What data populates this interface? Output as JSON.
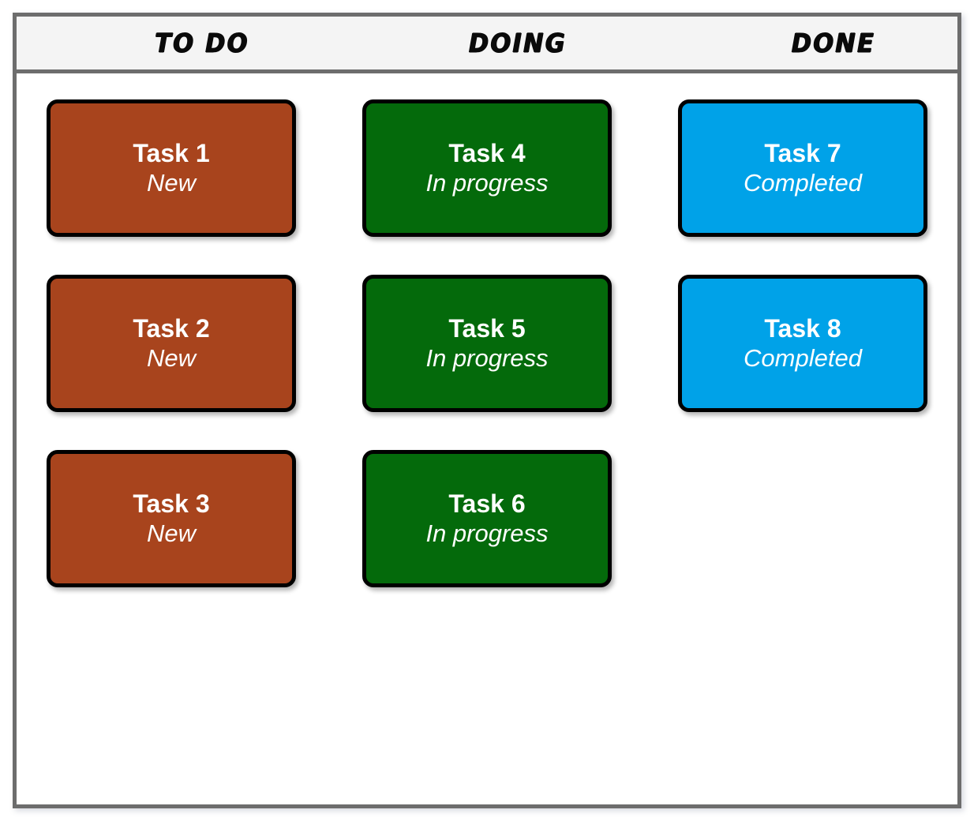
{
  "board": {
    "border_color": "#6d6d6d",
    "header_background": "#f4f4f4",
    "body_background": "#ffffff"
  },
  "columns": [
    {
      "id": "todo",
      "header": "TO DO"
    },
    {
      "id": "doing",
      "header": "DOING"
    },
    {
      "id": "done",
      "header": "DONE"
    }
  ],
  "card_colors": {
    "new": "#a8441d",
    "in_progress": "#046a0b",
    "completed": "#00a2e8",
    "border": "#000000",
    "text": "#ffffff"
  },
  "cards": {
    "todo": [
      {
        "title": "Task 1",
        "status": "New",
        "color": "#a8441d"
      },
      {
        "title": "Task 2",
        "status": "New",
        "color": "#a8441d"
      },
      {
        "title": "Task 3",
        "status": "New",
        "color": "#a8441d"
      }
    ],
    "doing": [
      {
        "title": "Task 4",
        "status": "In progress",
        "color": "#046a0b"
      },
      {
        "title": "Task 5",
        "status": "In progress",
        "color": "#046a0b"
      },
      {
        "title": "Task 6",
        "status": "In progress",
        "color": "#046a0b"
      }
    ],
    "done": [
      {
        "title": "Task 7",
        "status": "Completed",
        "color": "#00a2e8"
      },
      {
        "title": "Task 8",
        "status": "Completed",
        "color": "#00a2e8"
      }
    ]
  }
}
